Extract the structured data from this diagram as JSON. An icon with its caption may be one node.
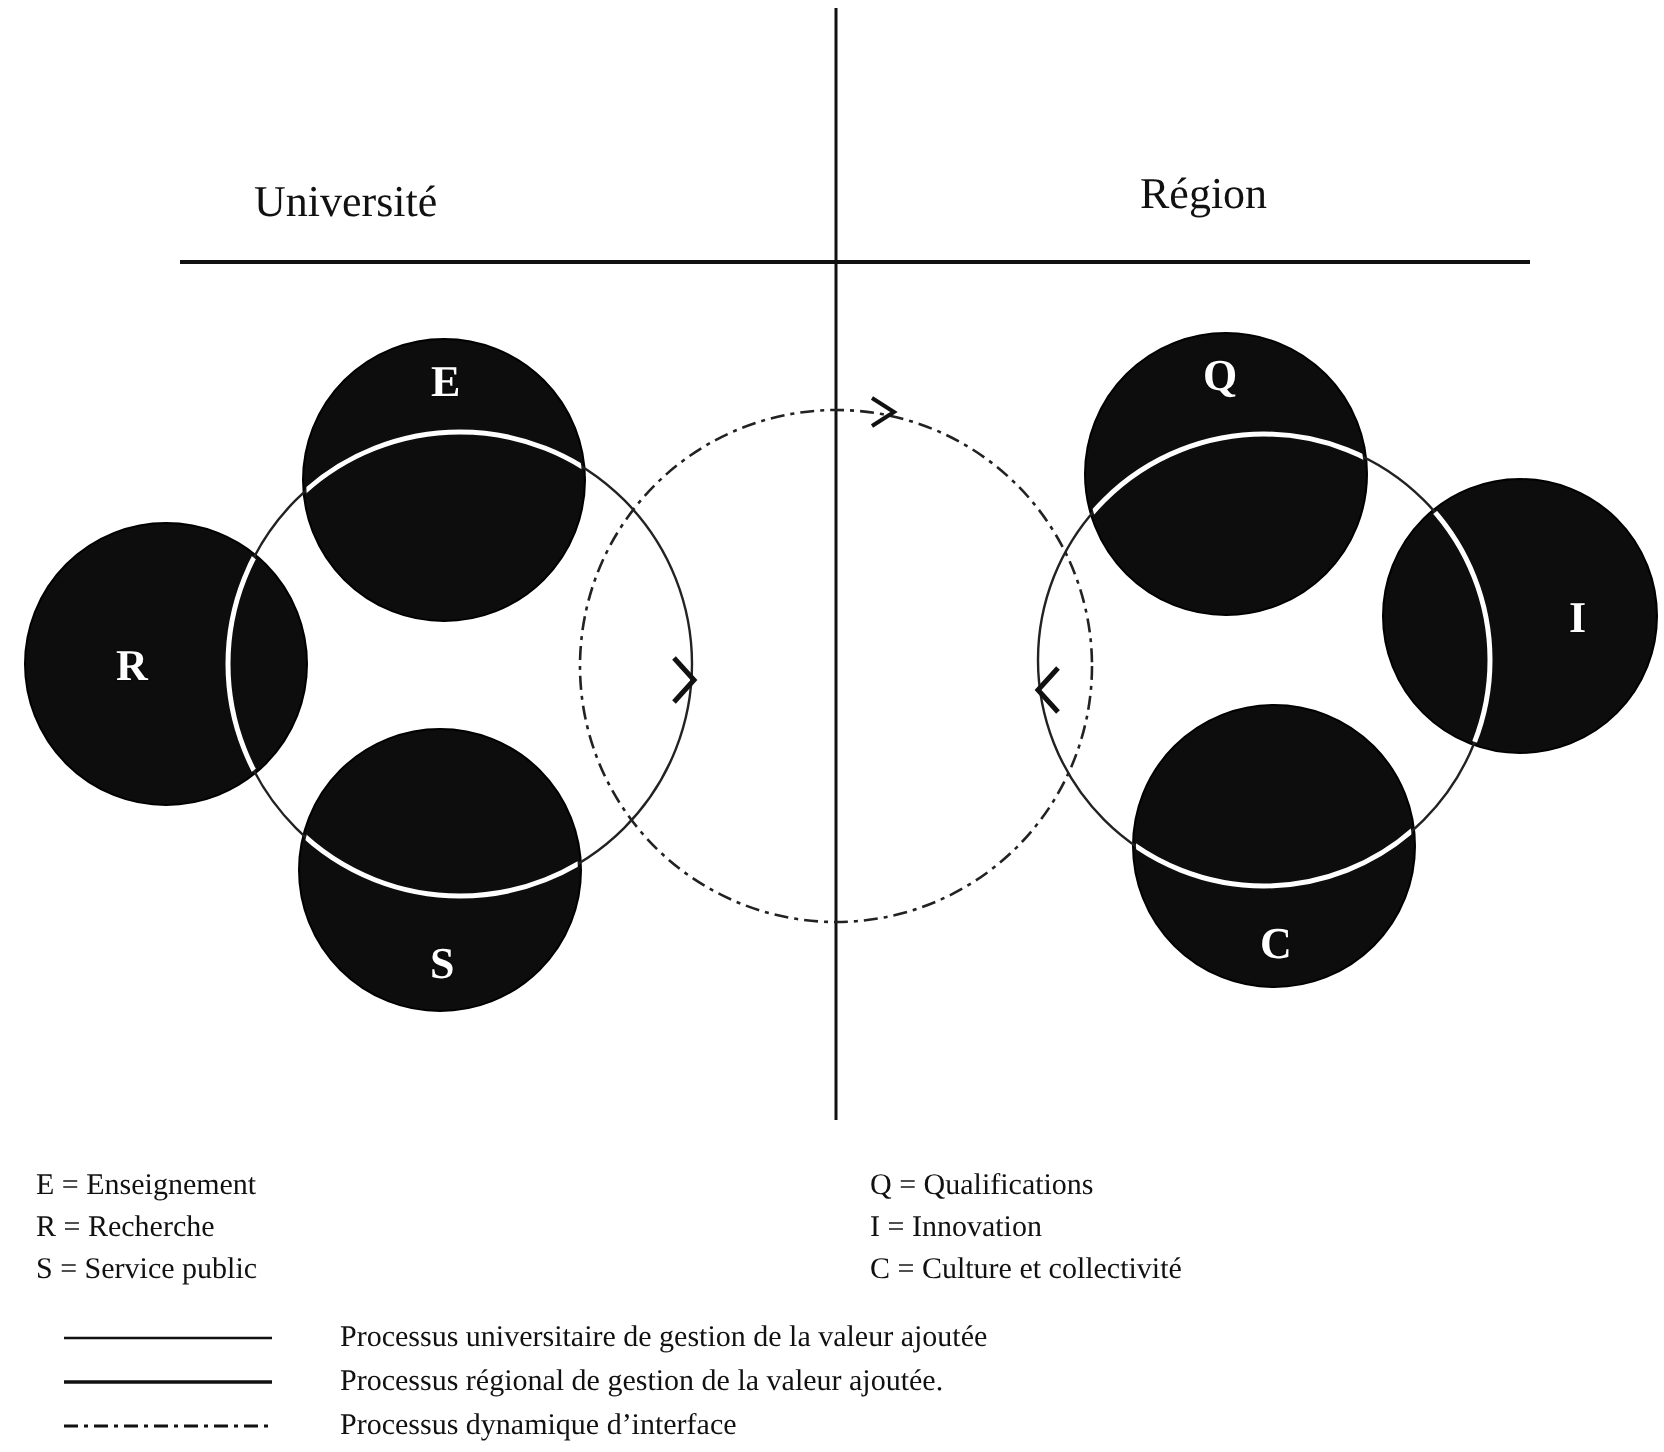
{
  "diagram": {
    "nodes": [
      {
        "text": [
          "E"
        ]
      },
      {
        "text": [
          "R"
        ]
      },
      {
        "text": [
          "S"
        ]
      },
      {
        "text": [
          "Q"
        ]
      },
      {
        "text": [
          "I"
        ]
      },
      {
        "text": [
          "C"
        ]
      }
    ],
    "labels": [
      "Université",
      "Région",
      "E = Enseignement",
      "R = Recherche",
      "S = Service public",
      "Q = Qualifications",
      "I = Innovation",
      "C = Culture et collectivité"
    ],
    "legend": [
      {
        "text": "Processus universitaire de gestion de la valeur ajoutée"
      },
      {
        "text": "Processus régional de gestion de la valeur ajoutée."
      },
      {
        "text": "Processus dynamique d’interface"
      }
    ]
  }
}
